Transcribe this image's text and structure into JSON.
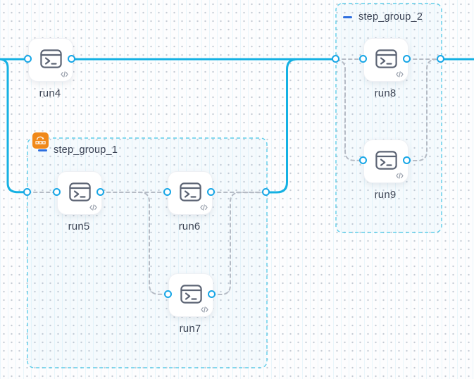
{
  "canvas": {
    "type": "workflow-topology-editor",
    "background": "#fdfdfe"
  },
  "colors": {
    "solid_edge": "#15b1e3",
    "dashed_edge": "#b5bbc5",
    "handle_border": "#17a6e6",
    "group_border": "#5fcde9",
    "group_fill": "rgba(140,210,235,0.07)",
    "group_badge": "#f0891a",
    "collapse_minus": "#2e6fdf",
    "node_icon": "#5c6474",
    "label_text": "#3c4454"
  },
  "icons": {
    "node_icon": "terminal-icon",
    "node_badge": "code-icon",
    "group_collapse": "minus-icon",
    "group1_badge": "retry-loop-icon"
  },
  "nodes": [
    {
      "id": "run4",
      "label": "run4"
    },
    {
      "id": "run5",
      "label": "run5"
    },
    {
      "id": "run6",
      "label": "run6"
    },
    {
      "id": "run7",
      "label": "run7"
    },
    {
      "id": "run8",
      "label": "run8"
    },
    {
      "id": "run9",
      "label": "run9"
    }
  ],
  "groups": [
    {
      "id": "step_group_1",
      "label": "step_group_1",
      "collapse_icon": "minus-icon",
      "badge_icon": "retry-loop-icon"
    },
    {
      "id": "step_group_2",
      "label": "step_group_2",
      "collapse_icon": "minus-icon"
    }
  ],
  "edges": [
    {
      "from": "flow-in-left",
      "to": "run4",
      "style": "solid"
    },
    {
      "from": "flow-in-left",
      "to": "step_group_1",
      "style": "solid"
    },
    {
      "from": "run4",
      "to": "step_group_2",
      "style": "solid"
    },
    {
      "from": "step_group_1",
      "to": "step_group_2",
      "style": "solid"
    },
    {
      "from": "step_group_2",
      "to": "flow-out-right",
      "style": "solid"
    },
    {
      "from": "step_group_1.in",
      "to": "run5",
      "style": "dashed"
    },
    {
      "from": "run5",
      "to": "run6",
      "style": "dashed"
    },
    {
      "from": "run5",
      "to": "run7",
      "style": "dashed"
    },
    {
      "from": "run6",
      "to": "step_group_1.out",
      "style": "dashed"
    },
    {
      "from": "run7",
      "to": "step_group_1.out",
      "style": "dashed"
    },
    {
      "from": "step_group_2.in",
      "to": "run8",
      "style": "dashed"
    },
    {
      "from": "step_group_2.in",
      "to": "run9",
      "style": "dashed"
    },
    {
      "from": "run8",
      "to": "step_group_2.out",
      "style": "dashed"
    },
    {
      "from": "run9",
      "to": "step_group_2.out",
      "style": "dashed"
    }
  ]
}
